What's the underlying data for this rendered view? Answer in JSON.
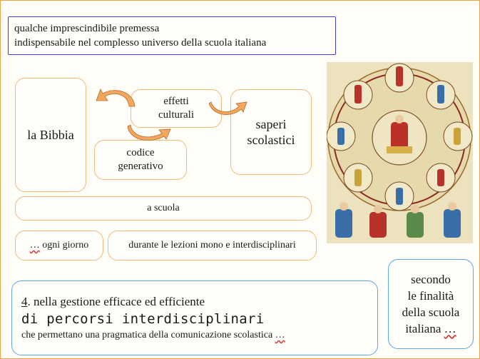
{
  "intro": {
    "line1": "qualche imprescindibile premessa",
    "line2": "indispensabile nel complesso universo della scuola italiana"
  },
  "diagram": {
    "bibbia": "la Bibbia",
    "effetti_1": "effetti",
    "effetti_2": "culturali",
    "codice_1": "codice",
    "codice_2": "generativo",
    "saperi_1": "saperi",
    "saperi_2": "scolastici",
    "a_scuola": "a scuola",
    "ogni_dots": "…",
    "ogni_text": " ogni giorno",
    "durante": "durante le lezioni mono e interdisciplinari"
  },
  "percorsi": {
    "number": "4",
    "line1_rest": ". nella gestione efficace ed efficiente",
    "line2": "di percorsi interdisciplinari",
    "line3_text": "che permettano una pragmatica della comunicazione scolastica ",
    "line3_dots": "…"
  },
  "finalita": {
    "line1": "secondo",
    "line2": "le finalità",
    "line3": "della scuola",
    "line4_text": "italiana ",
    "line4_dots": "…"
  },
  "colors": {
    "orange_border": "#f3b77a",
    "blue_border": "#5fa5e8",
    "intro_border": "#3b3bd6",
    "arrow_fill": "#f2a65e"
  },
  "icons": [
    "curved-arrow-icon",
    "medieval-illumination-image"
  ]
}
